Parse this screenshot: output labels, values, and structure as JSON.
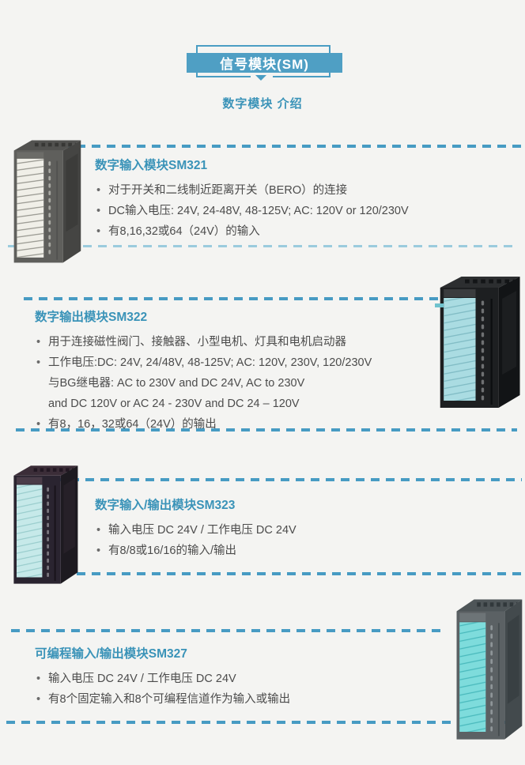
{
  "page": {
    "background_color": "#f4f4f2",
    "accent_color": "#4a9dc3"
  },
  "header": {
    "banner_title": "信号模块(SM)",
    "subtitle": "数字模块 介绍"
  },
  "sections": [
    {
      "id": "sm321",
      "title": "数字输入模块SM321",
      "bullets": [
        "对于开关和二线制近距离开关（BERO）的连接",
        "DC输入电压: 24V, 24-48V, 48-125V; AC: 120V or 120/230V",
        "有8,16,32或64（24V）的输入"
      ],
      "image": "sm321-module-photo"
    },
    {
      "id": "sm322",
      "title": "数字输出模块SM322",
      "bullets": [
        "用于连接磁性阀门、接触器、小型电机、灯具和电机启动器",
        "工作电压:DC: 24V, 24/48V, 48-125V; AC: 120V, 230V, 120/230V\n与BG继电器: AC to 230V and DC 24V, AC to 230V\nand DC 120V or AC 24 - 230V and DC 24 – 120V",
        "有8，16，32或64（24V）的输出"
      ],
      "image": "sm322-module-photo"
    },
    {
      "id": "sm323",
      "title": "数字输入/输出模块SM323",
      "bullets": [
        "输入电压 DC 24V / 工作电压 DC 24V",
        "有8/8或16/16的输入/输出"
      ],
      "image": "sm323-module-photo"
    },
    {
      "id": "sm327",
      "title": "可编程输入/输出模块SM327",
      "bullets": [
        "输入电压 DC 24V / 工作电压 DC 24V",
        "有8个固定输入和8个可编程信道作为输入或输出"
      ],
      "image": "sm327-module-photo"
    }
  ]
}
